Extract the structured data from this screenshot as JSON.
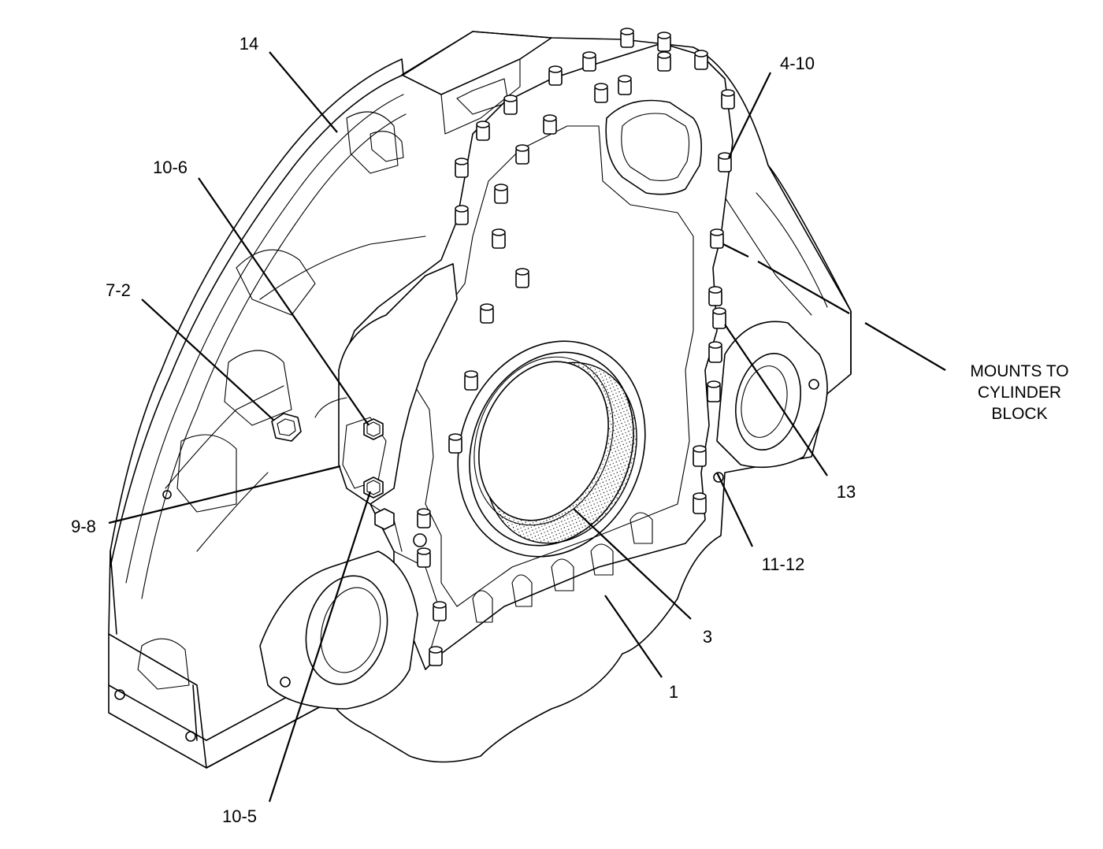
{
  "callouts": {
    "c14": "14",
    "c4_10": "4-10",
    "c10_6": "10-6",
    "c7_2": "7-2",
    "c9_8": "9-8",
    "c13": "13",
    "c11_12": "11-12",
    "c3": "3",
    "c1": "1",
    "c10_5": "10-5"
  },
  "note": {
    "line1": "MOUNTS TO",
    "line2": "CYLINDER",
    "line3": "BLOCK"
  }
}
